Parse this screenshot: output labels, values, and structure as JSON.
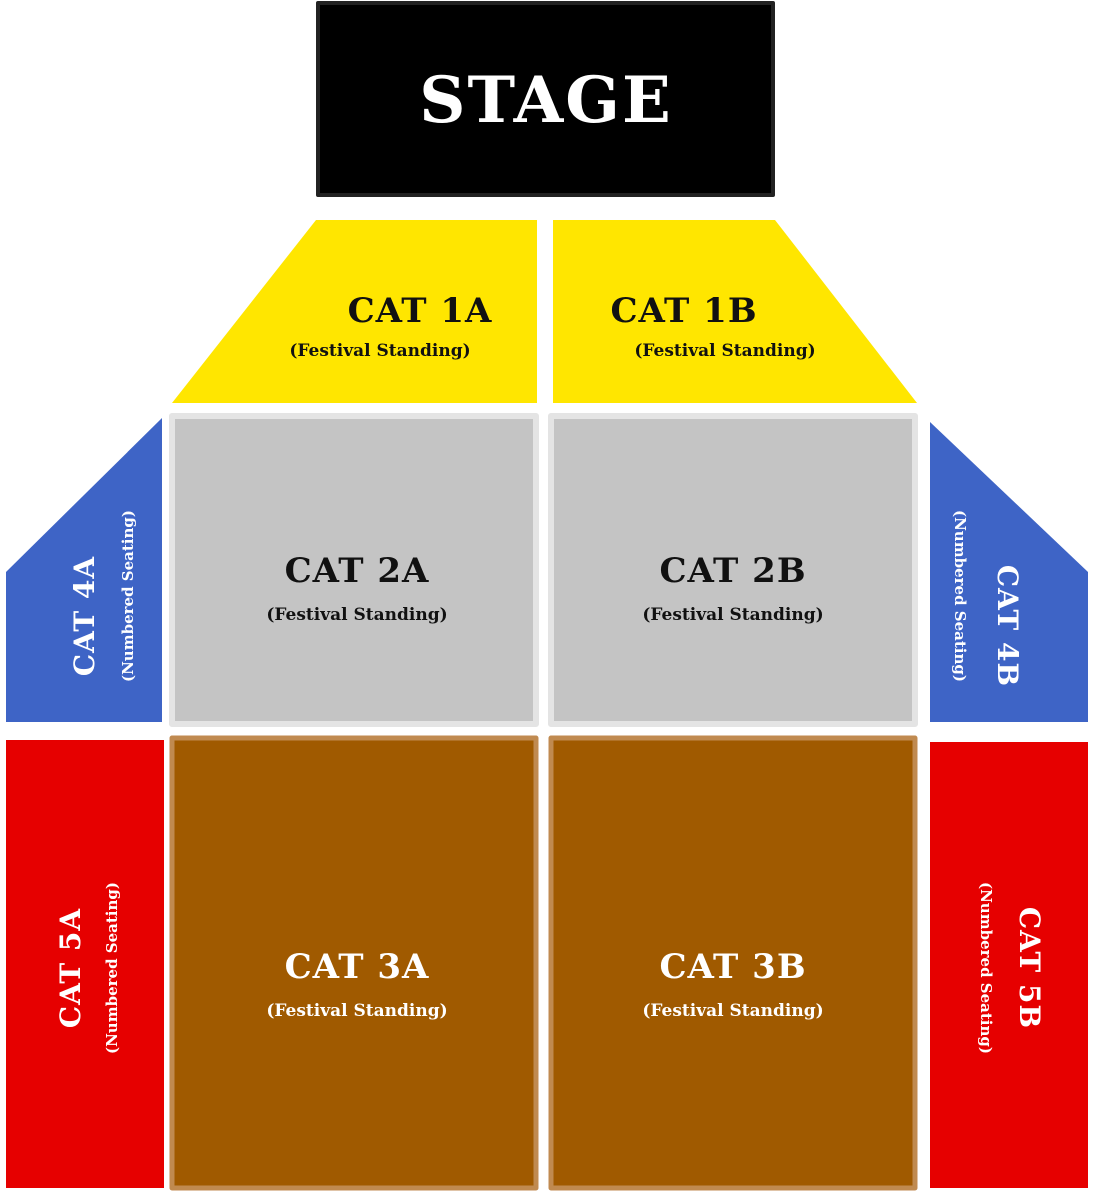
{
  "stage": {
    "label": "STAGE"
  },
  "colors": {
    "stage": "#000000",
    "cat1": "#FFE600",
    "cat2": "#C4C4C4",
    "cat3": "#A05A00",
    "cat4": "#3E64C6",
    "cat5": "#E60000",
    "dark_text": "#111111",
    "light_text": "#FFFFFF"
  },
  "zones": {
    "cat1a": {
      "name": "CAT 1A",
      "type": "(Festival Standing)"
    },
    "cat1b": {
      "name": "CAT 1B",
      "type": "(Festival Standing)"
    },
    "cat2a": {
      "name": "CAT 2A",
      "type": "(Festival Standing)"
    },
    "cat2b": {
      "name": "CAT 2B",
      "type": "(Festival Standing)"
    },
    "cat3a": {
      "name": "CAT 3A",
      "type": "(Festival Standing)"
    },
    "cat3b": {
      "name": "CAT 3B",
      "type": "(Festival Standing)"
    },
    "cat4a": {
      "name": "CAT 4A",
      "type": "(Numbered Seating)"
    },
    "cat4b": {
      "name": "CAT 4B",
      "type": "(Numbered Seating)"
    },
    "cat5a": {
      "name": "CAT 5A",
      "type": "(Numbered Seating)"
    },
    "cat5b": {
      "name": "CAT 5B",
      "type": "(Numbered Seating)"
    }
  }
}
